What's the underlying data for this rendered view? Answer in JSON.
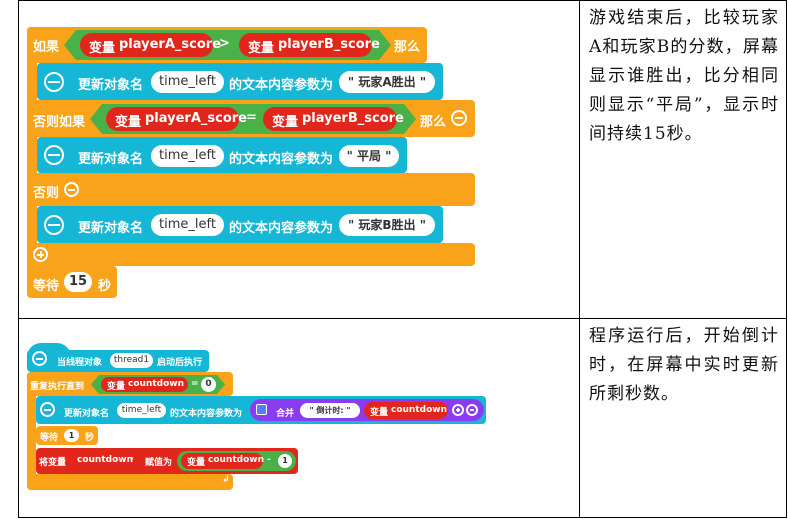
{
  "row1": {
    "if_label": "如果",
    "then_label": "那么",
    "elseif_label": "否则如果",
    "else_label": "否则",
    "var_label": "变量",
    "var_a": "playerA_score",
    "var_b": "playerB_score",
    "op_gt": ">",
    "op_eq": "=",
    "update_label": "更新对象名",
    "target_name": "time_left",
    "text_param_label": "的文本内容参数为",
    "text_a_wins": "\" 玩家A胜出 \"",
    "text_draw": "\" 平局 \"",
    "text_b_wins": "\" 玩家B胜出 \"",
    "wait_label": "等待",
    "wait_value": "15",
    "sec_label": "秒",
    "description": "游戏结束后，比较玩家A和玩家B的分数，屏幕显示谁胜出，比分相同则显示“平局”，显示时间持续15秒。"
  },
  "row2": {
    "thread_prefix": "当线程对象",
    "thread_name": "thread1",
    "thread_suffix": "启动后执行",
    "repeat_label": "重复执行直到",
    "var_label": "变量",
    "var_countdown": "countdown",
    "op_eq": "=",
    "zero_value": "0",
    "update_label": "更新对象名",
    "target_name": "time_left",
    "text_param_label": "的文本内容参数为",
    "join_label": "合并",
    "countdown_text": "\" 倒计时: \"",
    "wait_label": "等待",
    "wait_value": "1",
    "sec_label": "秒",
    "set_label": "将变量",
    "set_var": "countdown",
    "assign_label": "赋值为",
    "op_minus": "-",
    "minus_value": "1",
    "description": "程序运行后，开始倒计时，在屏幕中实时更新所剩秒数。"
  }
}
